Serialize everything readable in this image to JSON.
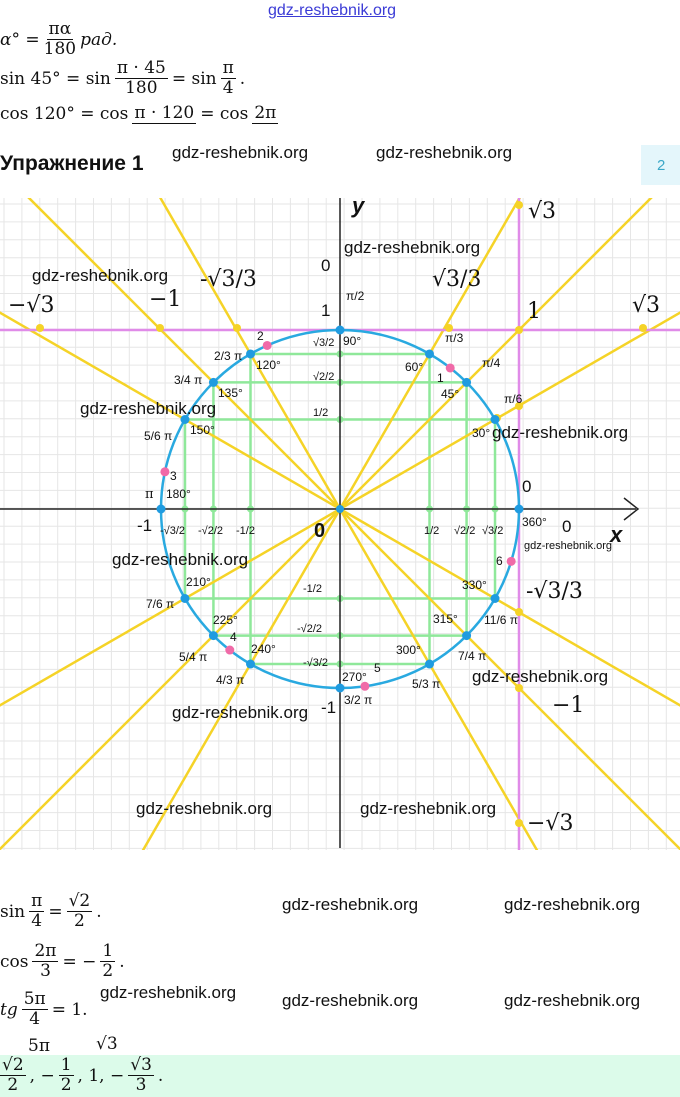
{
  "watermark_top": "gdz-reshebnik.org",
  "top_formulas": {
    "f1": {
      "lhs": "α° =",
      "num": "πα",
      "den": "180",
      "rhs": "рад."
    },
    "f2": {
      "lhs": "sin 45° = sin",
      "num": "π · 45",
      "den": "180",
      "mid": "= sin",
      "num2": "π",
      "den2": "4",
      "end": "."
    },
    "f3": {
      "lhs": "cos 120° = cos",
      "num": "π · 120",
      "den": "",
      "mid": "= cos",
      "num2": "2π",
      "den2": ""
    }
  },
  "title": "Упражнение 1",
  "badge": "2",
  "watermarks": [
    "gdz-reshebnik.org",
    "gdz-reshebnik.org",
    "gdz-reshebnik.org",
    "gdz-reshebnik.org",
    "gdz-reshebnik.org",
    "gdz-reshebnik.org",
    "gdz-reshebnik.org",
    "gdz-reshebnik.org",
    "gdz-reshebnik.org",
    "gdz-reshebnik.org",
    "gdz-reshebnik.org",
    "gdz-reshebnik.org",
    "gdz-reshebnik.org",
    "gdz-reshebnik.org",
    "gdz-reshebnik.org",
    "gdz-reshebnik.org",
    "gdz-reshebnik.org"
  ],
  "colors": {
    "circle": "#29a9e0",
    "points": "#1f9be0",
    "tangent": "#e08be8",
    "rays": "#f5d327",
    "projections": "#8fe89a",
    "marked": "#f06aa8",
    "grid": "#e6e6e6",
    "band": "#dcfbea"
  },
  "diagram": {
    "axis_labels": {
      "x": "x",
      "y": "y"
    },
    "angles_deg": [
      0,
      30,
      45,
      60,
      90,
      120,
      135,
      150,
      180,
      210,
      225,
      240,
      270,
      300,
      315,
      330
    ],
    "ray_angles_deg": [
      30,
      45,
      60,
      120,
      135,
      150
    ],
    "marked_points": [
      {
        "label": "1",
        "deg": 52
      },
      {
        "label": "2",
        "deg": 114
      },
      {
        "label": "3",
        "deg": 168
      },
      {
        "label": "4",
        "deg": 232
      },
      {
        "label": "5",
        "deg": 278
      },
      {
        "label": "6",
        "deg": 343
      }
    ],
    "plain_labels": [
      "0",
      "0",
      "1",
      "-1",
      "-1",
      "0",
      "0",
      "360°",
      "90°",
      "120°",
      "60°",
      "135°",
      "45°",
      "150°",
      "30°",
      "180°",
      "210°",
      "330°",
      "225°",
      "315°",
      "240°",
      "300°",
      "270°"
    ],
    "frac_labels": [
      "π/2",
      "π/3",
      "π/4",
      "π/6",
      "2/3 π",
      "3/4 π",
      "5/6 π",
      "7/6 π",
      "5/4 π",
      "4/3 π",
      "3/2 π",
      "5/3 π",
      "7/4 π",
      "11/6 π",
      "√3/2",
      "√2/2",
      "1/2",
      "-1/2",
      "-√2/2",
      "-√3/2",
      "-√3/2",
      "-√2/2",
      "-1/2",
      "1/2",
      "√2/2",
      "√3/2",
      "√3/3",
      "-√3/3",
      "-√3/3"
    ],
    "big_labels": [
      "√3",
      "1",
      "√3",
      "−1",
      "−√3",
      "−1",
      "−√3",
      "π"
    ]
  },
  "bottom_formulas": {
    "f1": {
      "lhs": "sin",
      "num": "π",
      "den": "4",
      "mid": "=",
      "num2": "√2",
      "den2": "2",
      "end": "."
    },
    "f2": {
      "lhs": "cos",
      "num": "2π",
      "den": "3",
      "mid": "= −",
      "num2": "1",
      "den2": "2",
      "end": "."
    },
    "f3": {
      "lhs": "tg",
      "num": "5π",
      "den": "4",
      "mid": "= 1."
    },
    "f4": {
      "num": "5π",
      "num2": "√3"
    }
  },
  "answer": {
    "a_num": "√2",
    "a_den": "2",
    "sep1": ", −",
    "b_num": "1",
    "b_den": "2",
    "sep2": ", 1, −",
    "c_num": "√3",
    "c_den": "3",
    "end": "."
  }
}
